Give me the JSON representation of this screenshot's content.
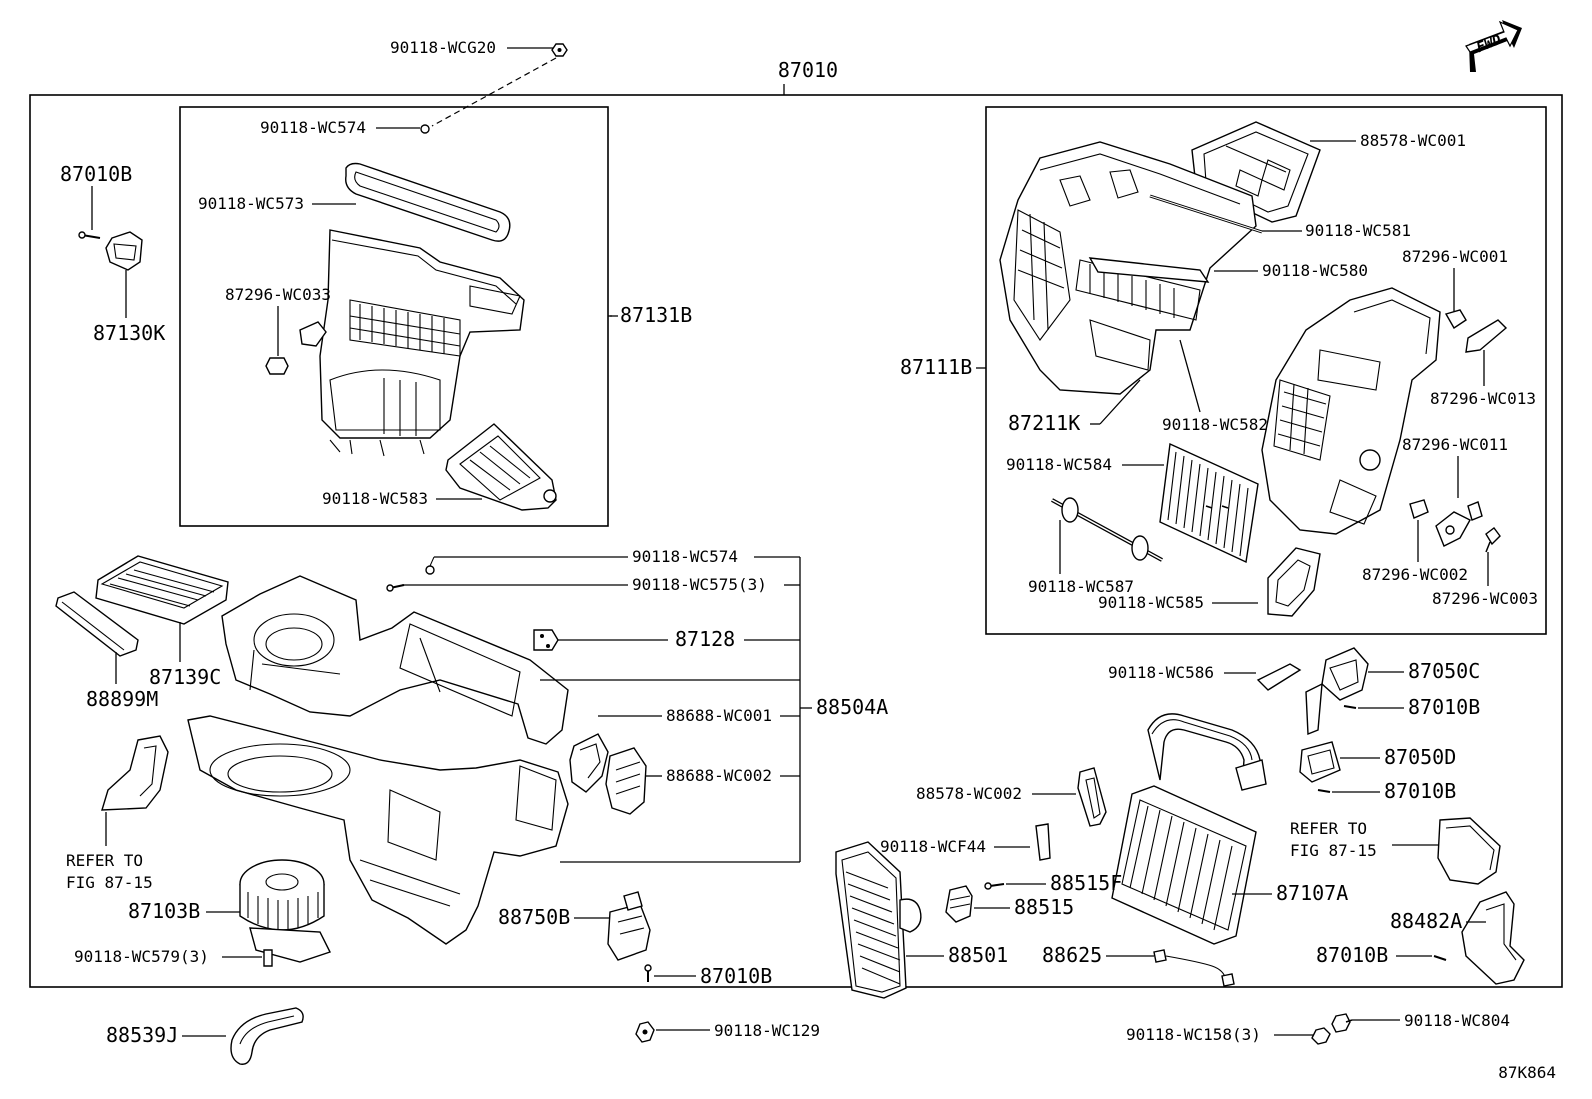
{
  "diagram": {
    "assembly": "87010",
    "figure_code": "87K864",
    "fwd_label": "FWD",
    "labels": {
      "p_90118_wcg20": "90118-WCG20",
      "p_90118_wc574_a": "90118-WC574",
      "p_90118_wc573": "90118-WC573",
      "p_87296_wc033": "87296-WC033",
      "p_87131b": "87131B",
      "p_90118_wc583": "90118-WC583",
      "p_87010b_a": "87010B",
      "p_87130k": "87130K",
      "p_88578_wc001": "88578-WC001",
      "p_90118_wc581": "90118-WC581",
      "p_90118_wc580": "90118-WC580",
      "p_87296_wc001": "87296-WC001",
      "p_87111b": "87111B",
      "p_87296_wc013": "87296-WC013",
      "p_87211k": "87211K",
      "p_90118_wc582": "90118-WC582",
      "p_87296_wc011": "87296-WC011",
      "p_90118_wc584": "90118-WC584",
      "p_87296_wc002": "87296-WC002",
      "p_90118_wc587": "90118-WC587",
      "p_87296_wc003": "87296-WC003",
      "p_90118_wc585": "90118-WC585",
      "p_90118_wc574_b": "90118-WC574",
      "p_90118_wc575": "90118-WC575(3)",
      "p_87128": "87128",
      "p_88504a": "88504A",
      "p_88688_wc001": "88688-WC001",
      "p_88688_wc002": "88688-WC002",
      "p_87139c": "87139C",
      "p_88899m": "88899M",
      "refer_a_1": "REFER TO",
      "refer_a_2": "FIG 87-15",
      "p_87103b": "87103B",
      "p_90118_wc579": "90118-WC579(3)",
      "p_88750b": "88750B",
      "p_87010b_b": "87010B",
      "p_90118_wc586": "90118-WC586",
      "p_87050c": "87050C",
      "p_87010b_c": "87010B",
      "p_87050d": "87050D",
      "p_87010b_d": "87010B",
      "p_88578_wc002": "88578-WC002",
      "p_90118_wcf44": "90118-WCF44",
      "p_88515f": "88515F",
      "p_88515": "88515",
      "p_88501": "88501",
      "p_88625": "88625",
      "p_87107a": "87107A",
      "refer_b_1": "REFER TO",
      "refer_b_2": "FIG 87-15",
      "p_88482a": "88482A",
      "p_87010b_e": "87010B",
      "p_88539j": "88539J",
      "p_90118_wc129": "90118-WC129",
      "p_90118_wc158": "90118-WC158(3)",
      "p_90118_wc804": "90118-WC804"
    }
  }
}
